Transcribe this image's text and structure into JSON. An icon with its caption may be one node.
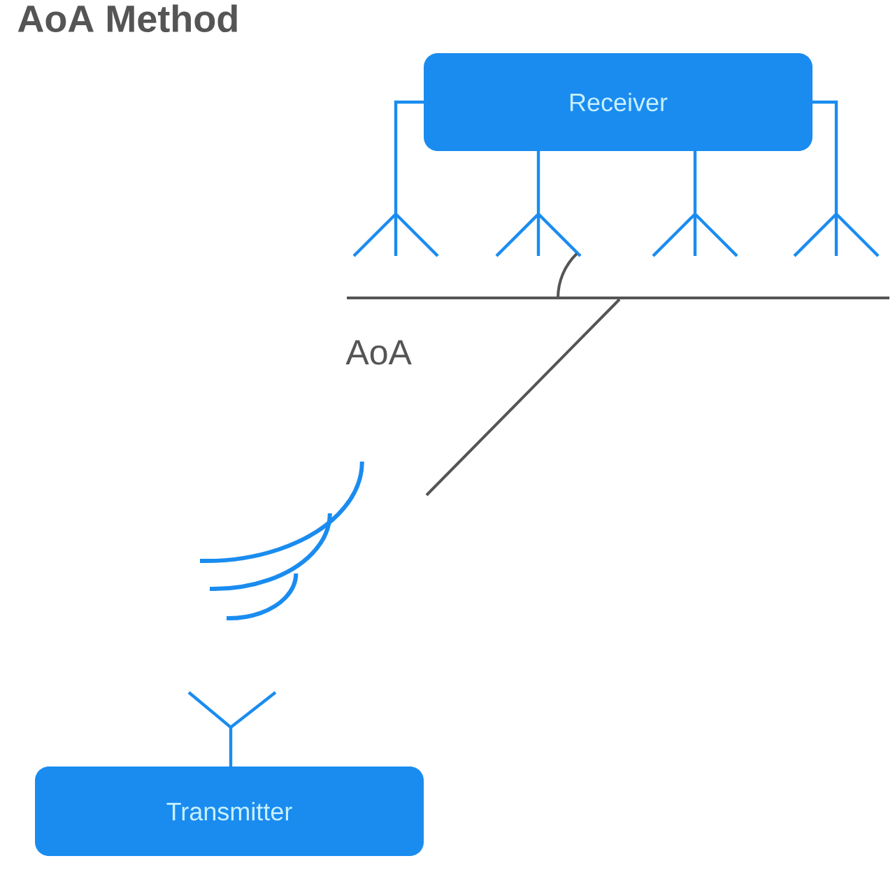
{
  "diagram": {
    "title": "AoA Method",
    "nodes": [
      {
        "text": [
          "Receiver"
        ]
      },
      {
        "text": [
          "Transmitter"
        ]
      }
    ],
    "labels": [
      "AoA"
    ]
  }
}
